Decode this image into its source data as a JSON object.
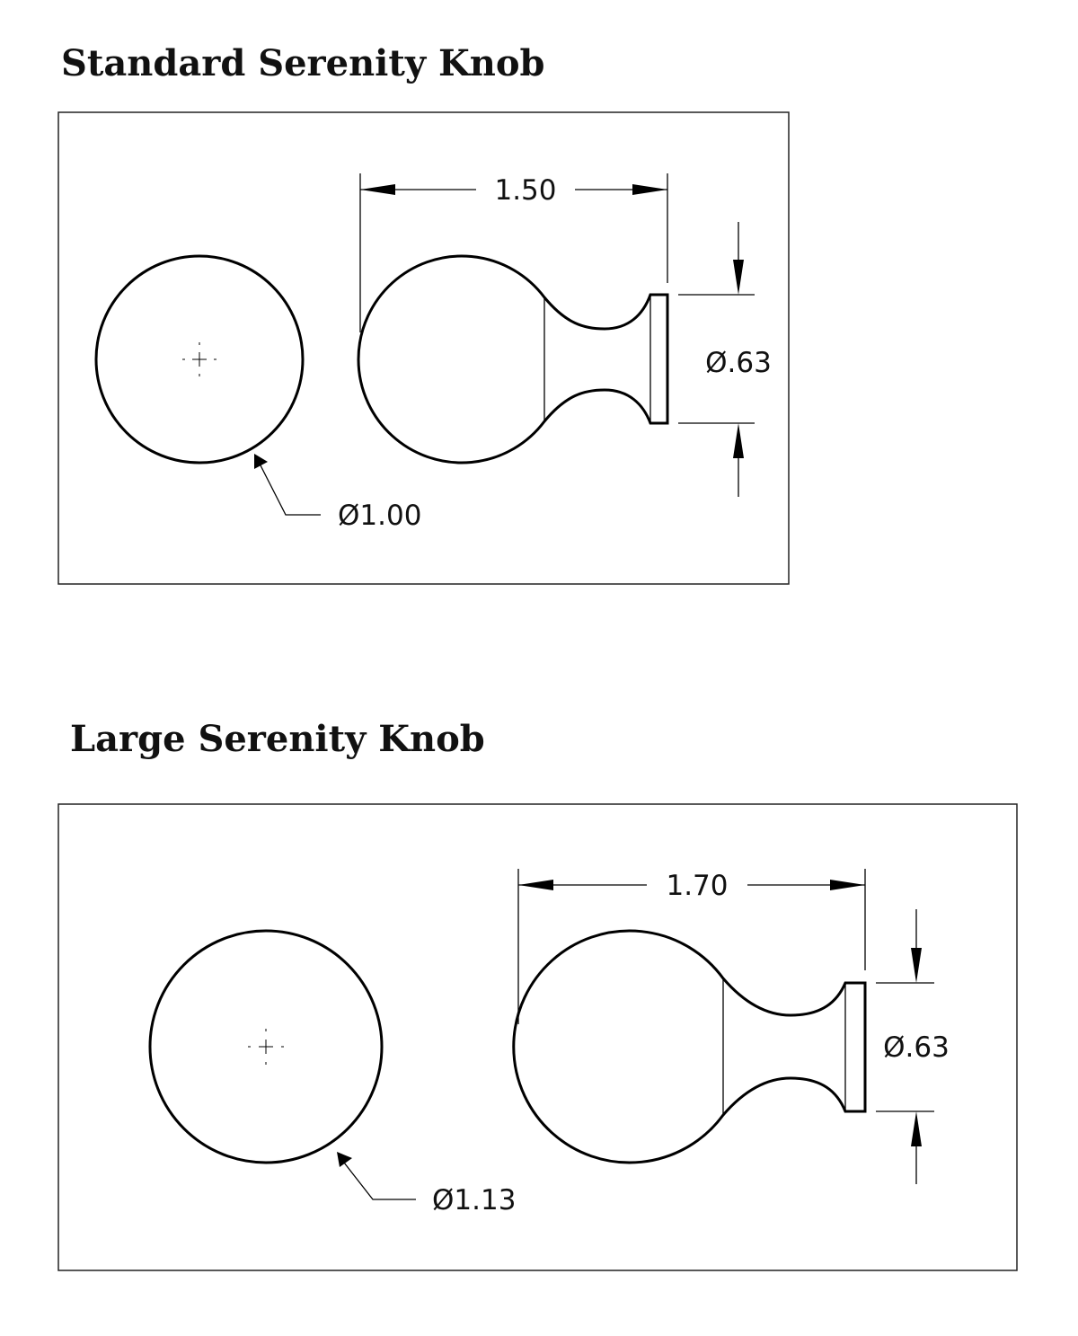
{
  "sections": [
    {
      "title": "Standard Serenity Knob",
      "length_label": "1.50",
      "base_diameter_label": "Ø.63",
      "knob_diameter_label": "Ø1.00"
    },
    {
      "title": "Large Serenity Knob",
      "length_label": "1.70",
      "base_diameter_label": "Ø.63",
      "knob_diameter_label": "Ø1.13"
    }
  ]
}
